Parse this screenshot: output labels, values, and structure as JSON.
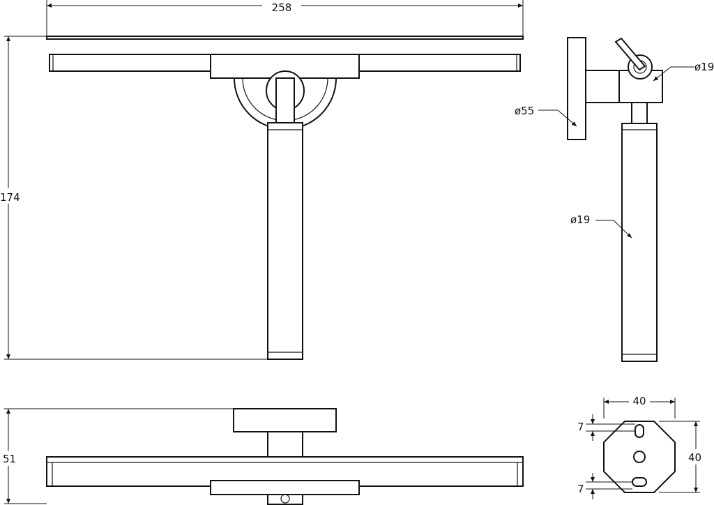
{
  "front_view": {
    "width_label": "258",
    "height_label": "174"
  },
  "side_view": {
    "base_diameter_label": "ø55",
    "joint_diameter_label": "ø19",
    "handle_diameter_label": "ø19"
  },
  "bottom_view": {
    "depth_label": "51"
  },
  "plate_view": {
    "width_label": "40",
    "height_label": "40",
    "top_hole_label": "7",
    "bottom_hole_label": "7"
  },
  "colors": {
    "line": "#111111",
    "background": "#ffffff"
  }
}
